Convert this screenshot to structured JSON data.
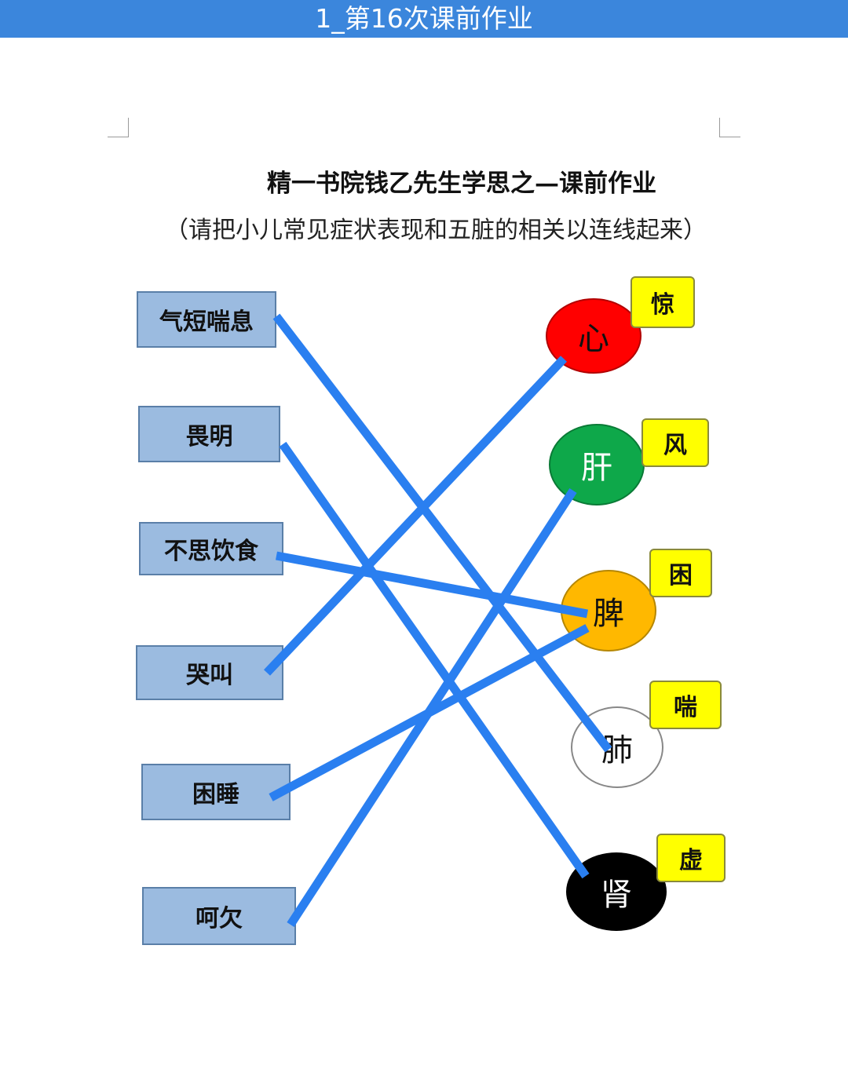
{
  "app": {
    "window_title": "1_第16次课前作业",
    "accent_color": "#3b86dc"
  },
  "document": {
    "title": "精一书院钱乙先生学思之—课前作业",
    "subtitle": "（请把小儿常见症状表现和五脏的相关以连线起来）"
  },
  "symptoms": [
    {
      "id": "s1",
      "label": "气短喘息"
    },
    {
      "id": "s2",
      "label": "畏明"
    },
    {
      "id": "s3",
      "label": "不思饮食"
    },
    {
      "id": "s4",
      "label": "哭叫"
    },
    {
      "id": "s5",
      "label": "困睡"
    },
    {
      "id": "s6",
      "label": "呵欠"
    }
  ],
  "organs": [
    {
      "id": "o1",
      "label": "心",
      "fill": "#ff0000",
      "text_color": "#111111",
      "tag": "惊"
    },
    {
      "id": "o2",
      "label": "肝",
      "fill": "#0ea84a",
      "text_color": "#ffffff",
      "tag": "风"
    },
    {
      "id": "o3",
      "label": "脾",
      "fill": "#ffb800",
      "text_color": "#111111",
      "tag": "困"
    },
    {
      "id": "o4",
      "label": "肺",
      "fill": "#ffffff",
      "text_color": "#111111",
      "tag": "喘"
    },
    {
      "id": "o5",
      "label": "肾",
      "fill": "#000000",
      "text_color": "#ffffff",
      "tag": "虚"
    }
  ],
  "connections": [
    {
      "from": "s1",
      "to": "o4"
    },
    {
      "from": "s2",
      "to": "o5"
    },
    {
      "from": "s3",
      "to": "o3"
    },
    {
      "from": "s4",
      "to": "o1"
    },
    {
      "from": "s5",
      "to": "o3"
    },
    {
      "from": "s6",
      "to": "o2"
    }
  ],
  "line_color": "#2a7ff0"
}
